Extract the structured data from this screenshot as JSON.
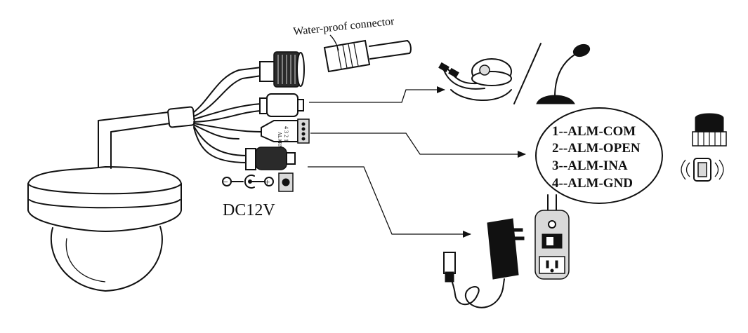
{
  "labels": {
    "connector": "Water-proof connector",
    "power": "DC12V"
  },
  "alarm_pins": [
    "1--ALM-COM",
    "2--ALM-OPEN",
    "3--ALM-INA",
    "4--ALM-GND"
  ],
  "terminal_block": {
    "title": "ALARM",
    "numbers": "4 3 2 1"
  },
  "polarity_symbols": {
    "minus": "−",
    "plus": "+"
  }
}
